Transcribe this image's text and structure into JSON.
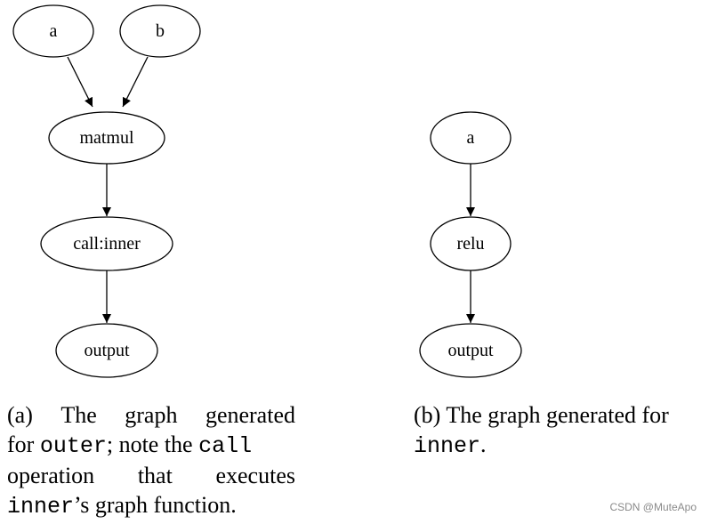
{
  "graph_a": {
    "nodes": {
      "a": "a",
      "b": "b",
      "matmul": "matmul",
      "call": "call:inner",
      "output": "output"
    }
  },
  "graph_b": {
    "nodes": {
      "a": "a",
      "relu": "relu",
      "output": "output"
    }
  },
  "caption_a": {
    "l1": [
      "(a)",
      "The",
      "graph",
      "generated"
    ],
    "l2_text1": "for ",
    "l2_code1": "outer",
    "l2_text2": "; note the ",
    "l2_code2": "call",
    "l3": [
      "operation",
      "that",
      "executes"
    ],
    "l4_code": "inner",
    "l4_text": "’s graph function."
  },
  "caption_b": {
    "l1": "(b) The graph generated for",
    "l2_code": "inner",
    "l2_text": "."
  },
  "watermark": "CSDN @MuteApo"
}
